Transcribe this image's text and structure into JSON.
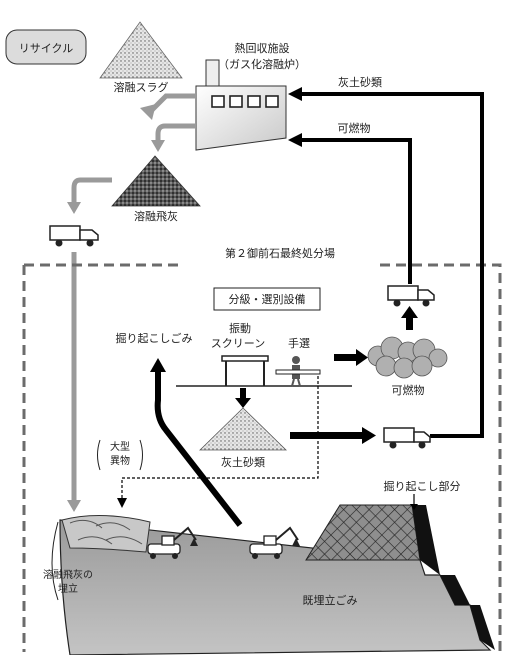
{
  "labels": {
    "recycle": "リサイクル",
    "slag": "溶融スラグ",
    "facility_line1": "熱回収施設",
    "facility_line2": "（ガス化溶融炉）",
    "fly_ash": "溶融飛灰",
    "ash_soil_sand_top": "灰土砂類",
    "combustibles_top": "可燃物",
    "site_title": "第２御前石最終処分場",
    "sorting_facility": "分級・選別設備",
    "dug_waste": "掘り起こしごみ",
    "vibrating": "振動",
    "screen": "スクリーン",
    "hand_sorting": "手選",
    "combustibles": "可燃物",
    "large_foreign_1": "大型",
    "large_foreign_2": "異物",
    "ash_soil_sand": "灰土砂類",
    "excavated_part": "掘り起こし部分",
    "landfill_fly_ash_1": "溶融飛灰の",
    "landfill_fly_ash_2": "埋立",
    "existing_landfill": "既埋立ごみ"
  },
  "colors": {
    "line": "#000000",
    "dashed_border": "#6b6b6b",
    "grey_arrow": "#9a9a9a",
    "ground": "#a6a6a6"
  }
}
